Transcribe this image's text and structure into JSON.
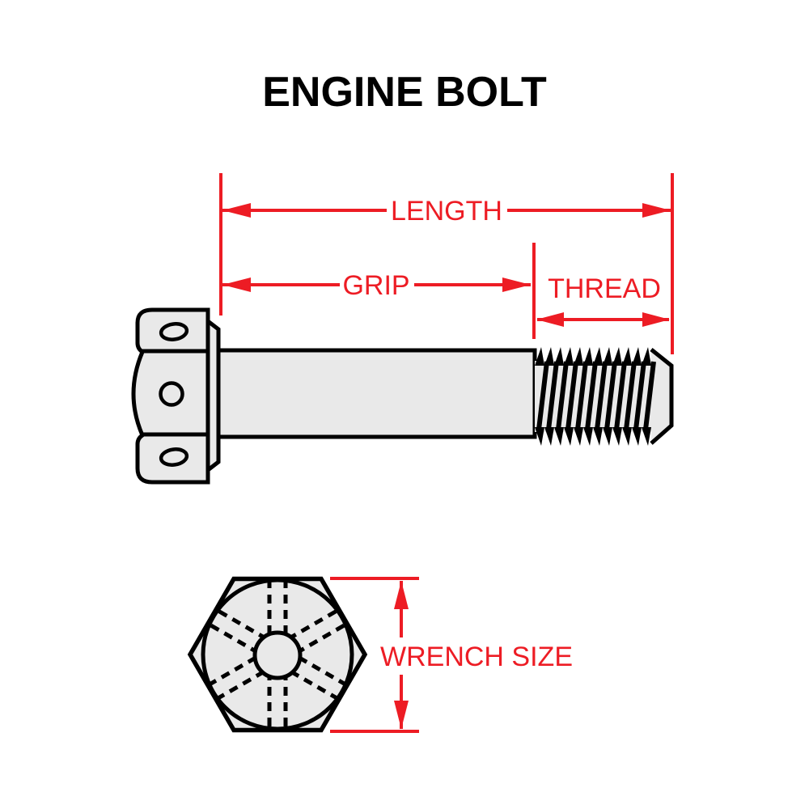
{
  "title": "ENGINE BOLT",
  "colors": {
    "dimension_red": "#ED1C24",
    "outline_black": "#000000",
    "metal_gray": "#E9E9E9",
    "background": "#FFFFFF"
  },
  "side_view": {
    "dimension_labels": {
      "length": "LENGTH",
      "grip": "GRIP",
      "thread": "THREAD"
    }
  },
  "head_view": {
    "dimension_label": "WRENCH SIZE"
  }
}
